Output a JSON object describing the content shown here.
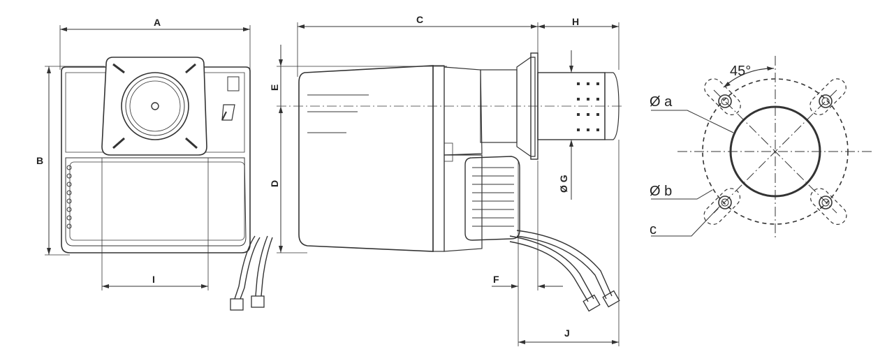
{
  "dimension_labels": {
    "A": "A",
    "B": "B",
    "C": "C",
    "D": "D",
    "E": "E",
    "F": "F",
    "G": "Ø G",
    "H": "H",
    "I": "I",
    "J": "J"
  },
  "flange_labels": {
    "angle": "45°",
    "diameter_a": "Ø a",
    "diameter_b": "Ø b",
    "hole_c": "c"
  }
}
